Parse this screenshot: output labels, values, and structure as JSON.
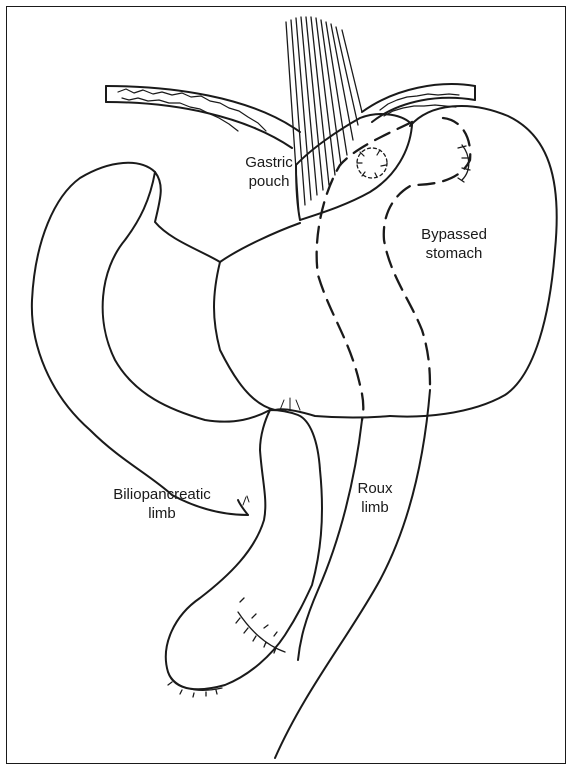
{
  "labels": {
    "gastric_pouch": [
      "Gastric",
      "pouch"
    ],
    "bypassed_stomach": [
      "Bypassed",
      "stomach"
    ],
    "biliopancreatic_limb": [
      "Biliopancreatic",
      "limb"
    ],
    "roux_limb": [
      "Roux",
      "limb"
    ]
  },
  "colors": {
    "ink": "#1a1a1a",
    "background": "#ffffff"
  }
}
